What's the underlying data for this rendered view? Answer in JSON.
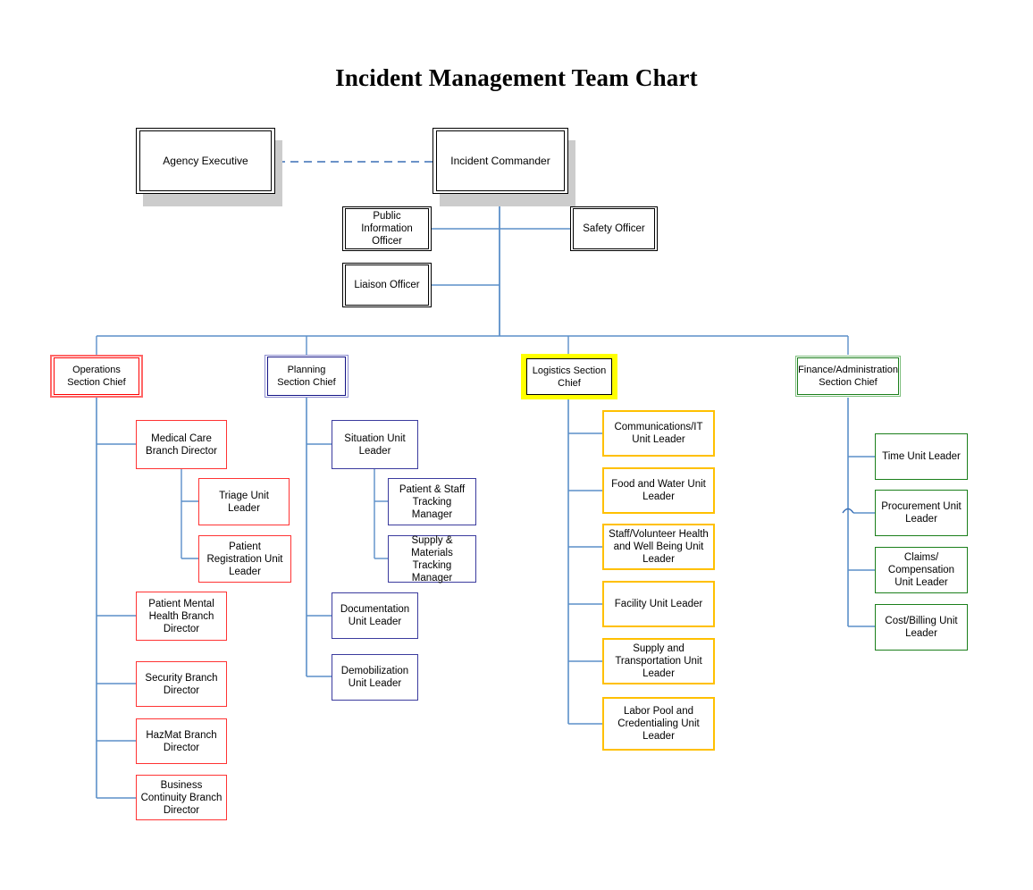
{
  "chart": {
    "title": "Incident Management Team Chart",
    "type": "org-chart",
    "colors": {
      "connector": "#5b8fc9",
      "operations": "#ff0000",
      "planning": "#141487",
      "logistics": "#ffff00",
      "logistics_unit": "#ffc000",
      "finance": "#1b7f1b",
      "shadow": "#cccccc",
      "box_border_top": "#000000"
    }
  },
  "nodes": {
    "agency_executive": {
      "label": "Agency Executive"
    },
    "incident_commander": {
      "label": "Incident Commander"
    },
    "public_information_officer": {
      "label": "Public Information Officer"
    },
    "safety_officer": {
      "label": "Safety Officer"
    },
    "liaison_officer": {
      "label": "Liaison Officer"
    },
    "operations_chief": {
      "label": "Operations Section Chief"
    },
    "planning_chief": {
      "label": "Planning Section Chief"
    },
    "logistics_chief": {
      "label": "Logistics Section Chief"
    },
    "finance_chief": {
      "label": "Finance/Administration Section Chief"
    },
    "ops_medical_care": {
      "label": "Medical Care Branch Director"
    },
    "ops_triage": {
      "label": "Triage Unit Leader"
    },
    "ops_patient_registration": {
      "label": "Patient Registration Unit Leader"
    },
    "ops_patient_mental_health": {
      "label": "Patient Mental Health Branch Director"
    },
    "ops_security": {
      "label": "Security Branch Director"
    },
    "ops_hazmat": {
      "label": "HazMat Branch Director"
    },
    "ops_business_continuity": {
      "label": "Business Continuity Branch Director"
    },
    "plan_situation": {
      "label": "Situation Unit Leader"
    },
    "plan_patient_staff_tracking": {
      "label": "Patient & Staff Tracking Manager"
    },
    "plan_supply_materials_tracking": {
      "label": "Supply & Materials Tracking Manager"
    },
    "plan_documentation": {
      "label": "Documentation Unit Leader"
    },
    "plan_demobilization": {
      "label": "Demobilization Unit Leader"
    },
    "log_communications_it": {
      "label": "Communications/IT Unit Leader"
    },
    "log_food_water": {
      "label": "Food and Water Unit Leader"
    },
    "log_staff_volunteer_health": {
      "label": "Staff/Volunteer Health and Well Being Unit Leader"
    },
    "log_facility": {
      "label": "Facility Unit Leader"
    },
    "log_supply_transportation": {
      "label": "Supply and Transportation Unit Leader"
    },
    "log_labor_pool": {
      "label": "Labor Pool and Credentialing Unit Leader"
    },
    "fin_time": {
      "label": "Time Unit Leader"
    },
    "fin_procurement": {
      "label": "Procurement Unit Leader"
    },
    "fin_claims_compensation": {
      "label": "Claims/ Compensation Unit Leader"
    },
    "fin_cost_billing": {
      "label": "Cost/Billing Unit Leader"
    }
  }
}
